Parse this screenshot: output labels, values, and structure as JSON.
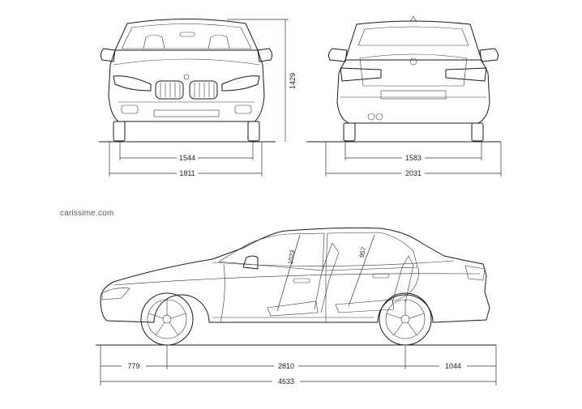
{
  "watermark": "carissime.com",
  "dimensions": {
    "front_track": "1544",
    "front_width": "1811",
    "height": "1429",
    "rear_track": "1583",
    "rear_width_mirrors": "2031",
    "front_headroom": "1023",
    "rear_headroom": "957",
    "front_overhang": "779",
    "wheelbase": "2810",
    "rear_overhang": "1044",
    "length": "4633"
  },
  "brand_emblem_icon": "roundel-emblem-icon",
  "colors": {
    "line": "#1a1a1a",
    "background": "#ffffff"
  }
}
